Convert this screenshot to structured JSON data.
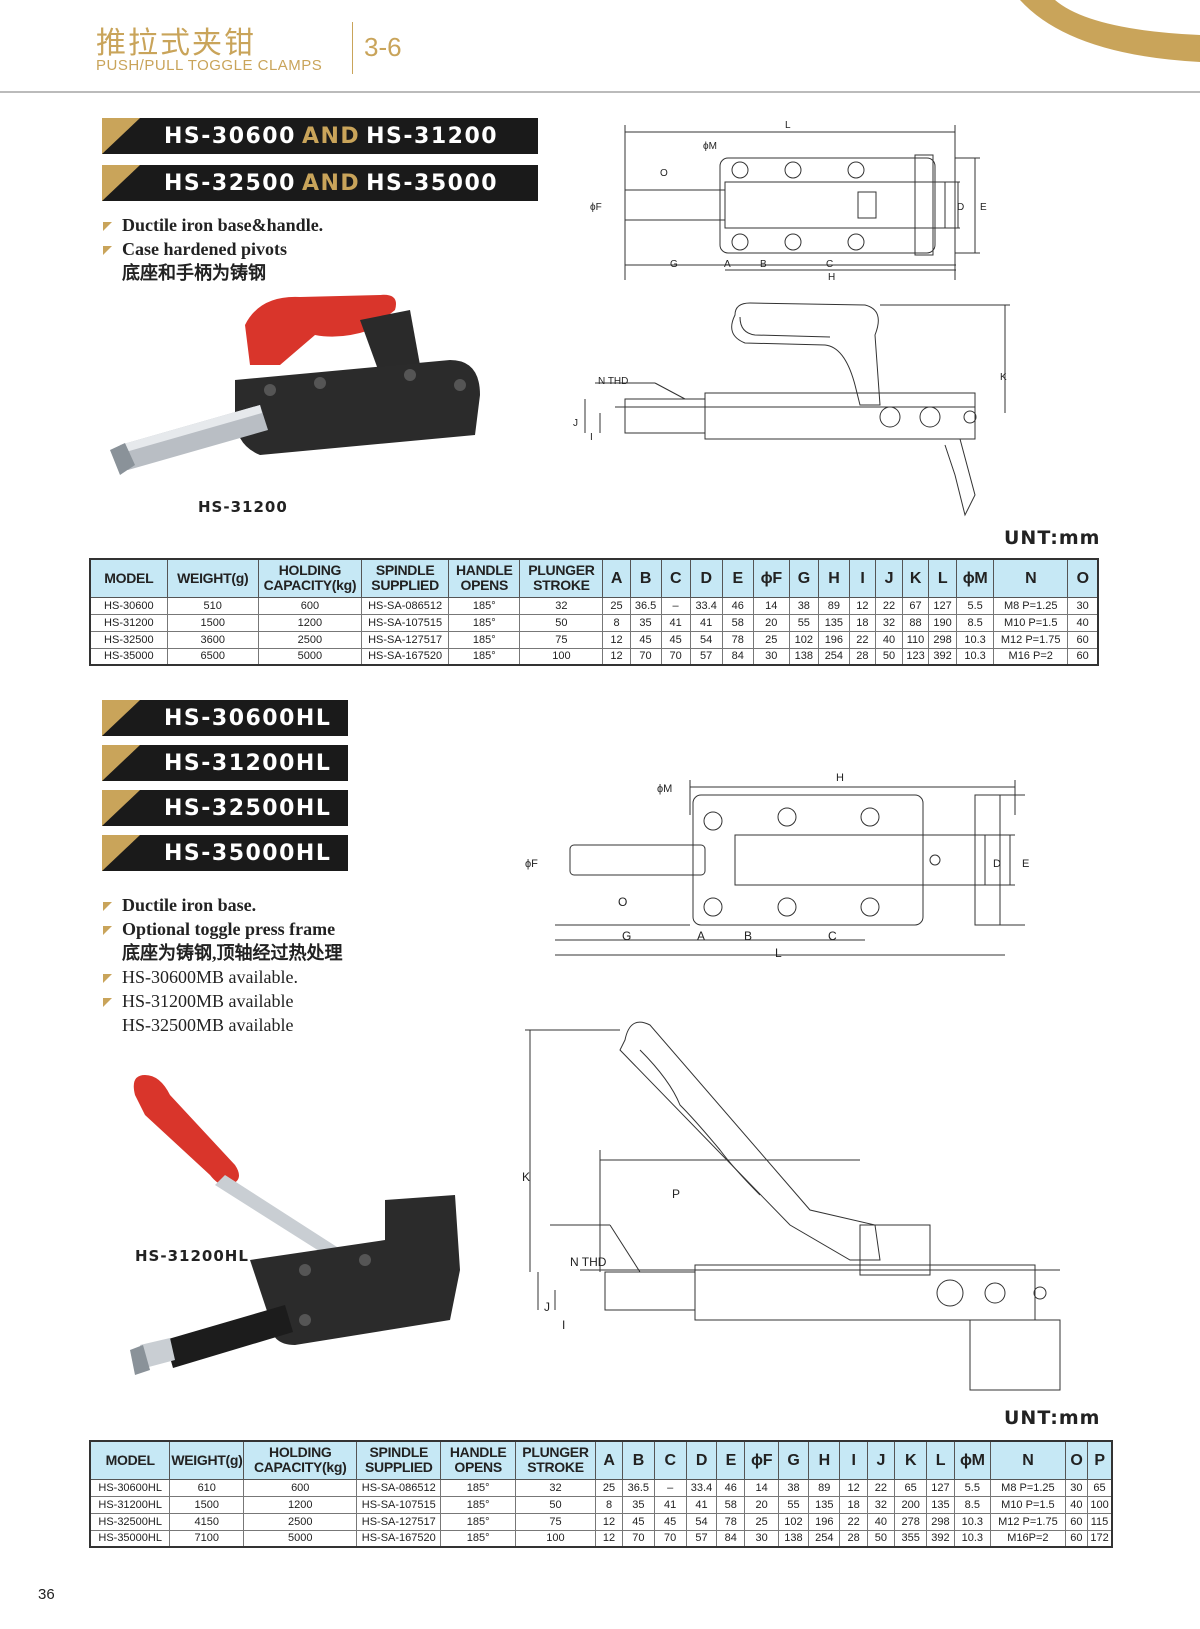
{
  "header": {
    "title_cn": "推拉式夹钳",
    "title_en": "PUSH/PULL TOGGLE CLAMPS",
    "section": "3-6"
  },
  "section1": {
    "banners": [
      {
        "a": "HS-30600",
        "and": "AND",
        "b": "HS-31200"
      },
      {
        "a": "HS-32500",
        "and": "AND",
        "b": "HS-35000"
      }
    ],
    "bullets": [
      "Ductile iron base&handle.",
      "Case hardened pivots",
      "底座和手柄为铸钢"
    ],
    "photo_label": "HS-31200",
    "drawing_labels": {
      "L": "L",
      "M": "ϕM",
      "O": "O",
      "F": "ϕF",
      "G": "G",
      "A": "A",
      "B": "B",
      "C": "C",
      "H": "H",
      "D": "D",
      "E": "E",
      "K": "K",
      "N": "N THD",
      "J": "J",
      "I": "I"
    },
    "unit": "UNT:mm",
    "table": {
      "headers": [
        [
          "MODEL"
        ],
        [
          "WEIGHT(g)"
        ],
        [
          "HOLDING",
          "CAPACITY(kg)"
        ],
        [
          "SPINDLE",
          "SUPPLIED"
        ],
        [
          "HANDLE",
          "OPENS"
        ],
        [
          "PLUNGER",
          "STROKE"
        ],
        [
          "A"
        ],
        [
          "B"
        ],
        [
          "C"
        ],
        [
          "D"
        ],
        [
          "E"
        ],
        [
          "ϕF"
        ],
        [
          "G"
        ],
        [
          "H"
        ],
        [
          "I"
        ],
        [
          "J"
        ],
        [
          "K"
        ],
        [
          "L"
        ],
        [
          "ϕM"
        ],
        [
          "N"
        ],
        [
          "O"
        ]
      ],
      "rows": [
        [
          "HS-30600",
          "510",
          "600",
          "HS-SA-086512",
          "185°",
          "32",
          "25",
          "36.5",
          "–",
          "33.4",
          "46",
          "14",
          "38",
          "89",
          "12",
          "22",
          "67",
          "127",
          "5.5",
          "M8 P=1.25",
          "30"
        ],
        [
          "HS-31200",
          "1500",
          "1200",
          "HS-SA-107515",
          "185°",
          "50",
          "8",
          "35",
          "41",
          "41",
          "58",
          "20",
          "55",
          "135",
          "18",
          "32",
          "88",
          "190",
          "8.5",
          "M10 P=1.5",
          "40"
        ],
        [
          "HS-32500",
          "3600",
          "2500",
          "HS-SA-127517",
          "185°",
          "75",
          "12",
          "45",
          "45",
          "54",
          "78",
          "25",
          "102",
          "196",
          "22",
          "40",
          "110",
          "298",
          "10.3",
          "M12 P=1.75",
          "60"
        ],
        [
          "HS-35000",
          "6500",
          "5000",
          "HS-SA-167520",
          "185°",
          "100",
          "12",
          "70",
          "70",
          "57",
          "84",
          "30",
          "138",
          "254",
          "28",
          "50",
          "123",
          "392",
          "10.3",
          "M16 P=2",
          "60"
        ]
      ]
    }
  },
  "section2": {
    "banners": [
      "HS-30600HL",
      "HS-31200HL",
      "HS-32500HL",
      "HS-35000HL"
    ],
    "bullets": [
      "Ductile iron base.",
      "Optional toggle press frame",
      "底座为铸钢,顶轴经过热处理",
      "HS-30600MB available.",
      "HS-31200MB available",
      "HS-32500MB available"
    ],
    "photo_label": "HS-31200HL",
    "drawing_labels": {
      "H": "H",
      "M": "ϕM",
      "F": "ϕF",
      "O": "O",
      "G": "G",
      "A": "A",
      "B": "B",
      "C": "C",
      "L": "L",
      "D": "D",
      "E": "E",
      "K": "K",
      "P": "P",
      "N": "N THD",
      "J": "J",
      "I": "I"
    },
    "unit": "UNT:mm",
    "table": {
      "headers": [
        [
          "MODEL"
        ],
        [
          "WEIGHT(g)"
        ],
        [
          "HOLDING",
          "CAPACITY(kg)"
        ],
        [
          "SPINDLE",
          "SUPPLIED"
        ],
        [
          "HANDLE",
          "OPENS"
        ],
        [
          "PLUNGER",
          "STROKE"
        ],
        [
          "A"
        ],
        [
          "B"
        ],
        [
          "C"
        ],
        [
          "D"
        ],
        [
          "E"
        ],
        [
          "ϕF"
        ],
        [
          "G"
        ],
        [
          "H"
        ],
        [
          "I"
        ],
        [
          "J"
        ],
        [
          "K"
        ],
        [
          "L"
        ],
        [
          "ϕM"
        ],
        [
          "N"
        ],
        [
          "O"
        ],
        [
          "P"
        ]
      ],
      "rows": [
        [
          "HS-30600HL",
          "610",
          "600",
          "HS-SA-086512",
          "185°",
          "32",
          "25",
          "36.5",
          "–",
          "33.4",
          "46",
          "14",
          "38",
          "89",
          "12",
          "22",
          "65",
          "127",
          "5.5",
          "M8 P=1.25",
          "30",
          "65"
        ],
        [
          "HS-31200HL",
          "1500",
          "1200",
          "HS-SA-107515",
          "185°",
          "50",
          "8",
          "35",
          "41",
          "41",
          "58",
          "20",
          "55",
          "135",
          "18",
          "32",
          "200",
          "135",
          "8.5",
          "M10 P=1.5",
          "40",
          "100"
        ],
        [
          "HS-32500HL",
          "4150",
          "2500",
          "HS-SA-127517",
          "185°",
          "75",
          "12",
          "45",
          "45",
          "54",
          "78",
          "25",
          "102",
          "196",
          "22",
          "40",
          "278",
          "298",
          "10.3",
          "M12 P=1.75",
          "60",
          "115"
        ],
        [
          "HS-35000HL",
          "7100",
          "5000",
          "HS-SA-167520",
          "185°",
          "100",
          "12",
          "70",
          "70",
          "57",
          "84",
          "30",
          "138",
          "254",
          "28",
          "50",
          "355",
          "392",
          "10.3",
          "M16P=2",
          "60",
          "172"
        ]
      ]
    }
  },
  "page_number": "36",
  "colors": {
    "gold": "#c9a45a",
    "header_cell": "#c6e8f5",
    "banner": "#1a1a1a",
    "handle_red": "#d9352b"
  }
}
